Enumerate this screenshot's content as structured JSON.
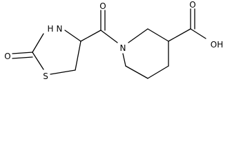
{
  "molecule": {
    "atom_labels": {
      "carbonyl_oxygen": "O",
      "thiazolidine_nitrogen": "H",
      "thiazolidine_nitrogen_n": "N",
      "ring_oxygen": "O",
      "sulfur": "S",
      "piperidine_nitrogen": "N",
      "acid_oxygen": "O",
      "hydroxyl": "OH"
    },
    "colors": {
      "bond": "#000000",
      "label": "#000000",
      "background": "#ffffff"
    }
  }
}
